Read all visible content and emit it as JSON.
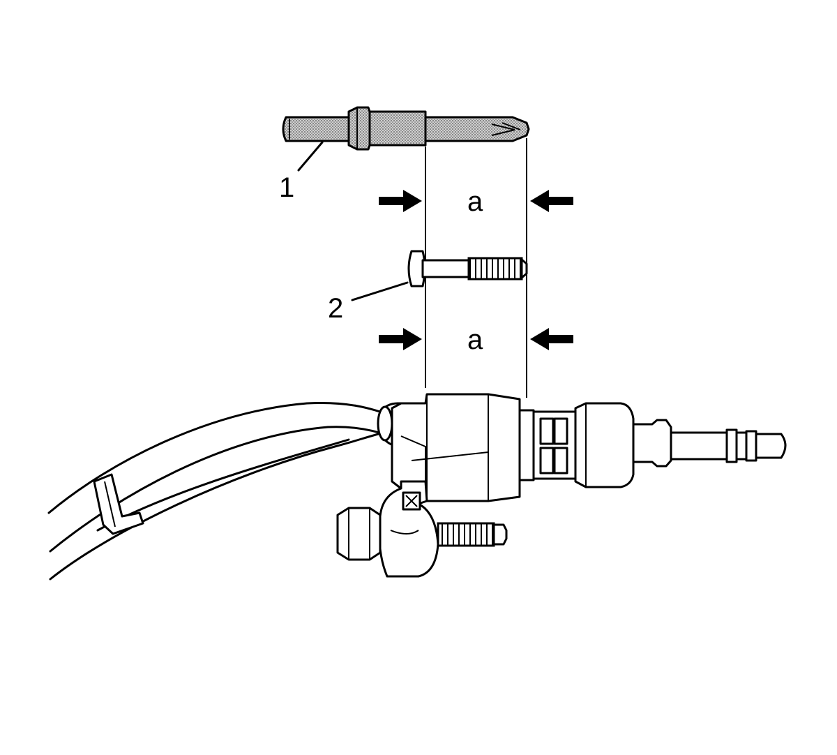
{
  "callouts": {
    "tool_number": "1",
    "bolt_number": "2",
    "dimension_top": "a",
    "dimension_bottom": "a"
  },
  "colors": {
    "line": "#000000",
    "background": "#ffffff",
    "stipple": "#8a8a8a"
  }
}
